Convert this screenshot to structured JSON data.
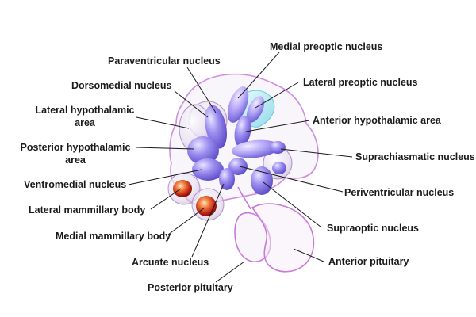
{
  "labels": {
    "medial_preoptic": "Medial preoptic nucleus",
    "paraventricular": "Paraventricular nucleus",
    "lateral_preoptic": "Lateral preoptic nucleus",
    "dorsomedial": "Dorsomedial nucleus",
    "lateral_hypothalamic_1": "Lateral hypothalamic",
    "lateral_hypothalamic_2": "area",
    "anterior_hypothalamic": "Anterior hypothalamic area",
    "posterior_hypothalamic_1": "Posterior hypothalamic",
    "posterior_hypothalamic_2": "area",
    "suprachiasmatic": "Suprachiasmatic nucleus",
    "ventromedial": "Ventromedial nucleus",
    "periventricular": "Periventricular nucleus",
    "lateral_mammillary": "Lateral mammillary body",
    "supraoptic": "Supraoptic nucleus",
    "medial_mammillary": "Medial mammillary body",
    "anterior_pituitary": "Anterior pituitary",
    "arcuate": "Arcuate nucleus",
    "posterior_pituitary": "Posterior pituitary"
  },
  "colors": {
    "leader_line": "#1a1a1a",
    "nucleus_violet": "#8a7be6",
    "outline_pink": "#c77ad8",
    "highlight_cyan": "#9fe8f0",
    "mammillary_red": "#c8301c"
  }
}
